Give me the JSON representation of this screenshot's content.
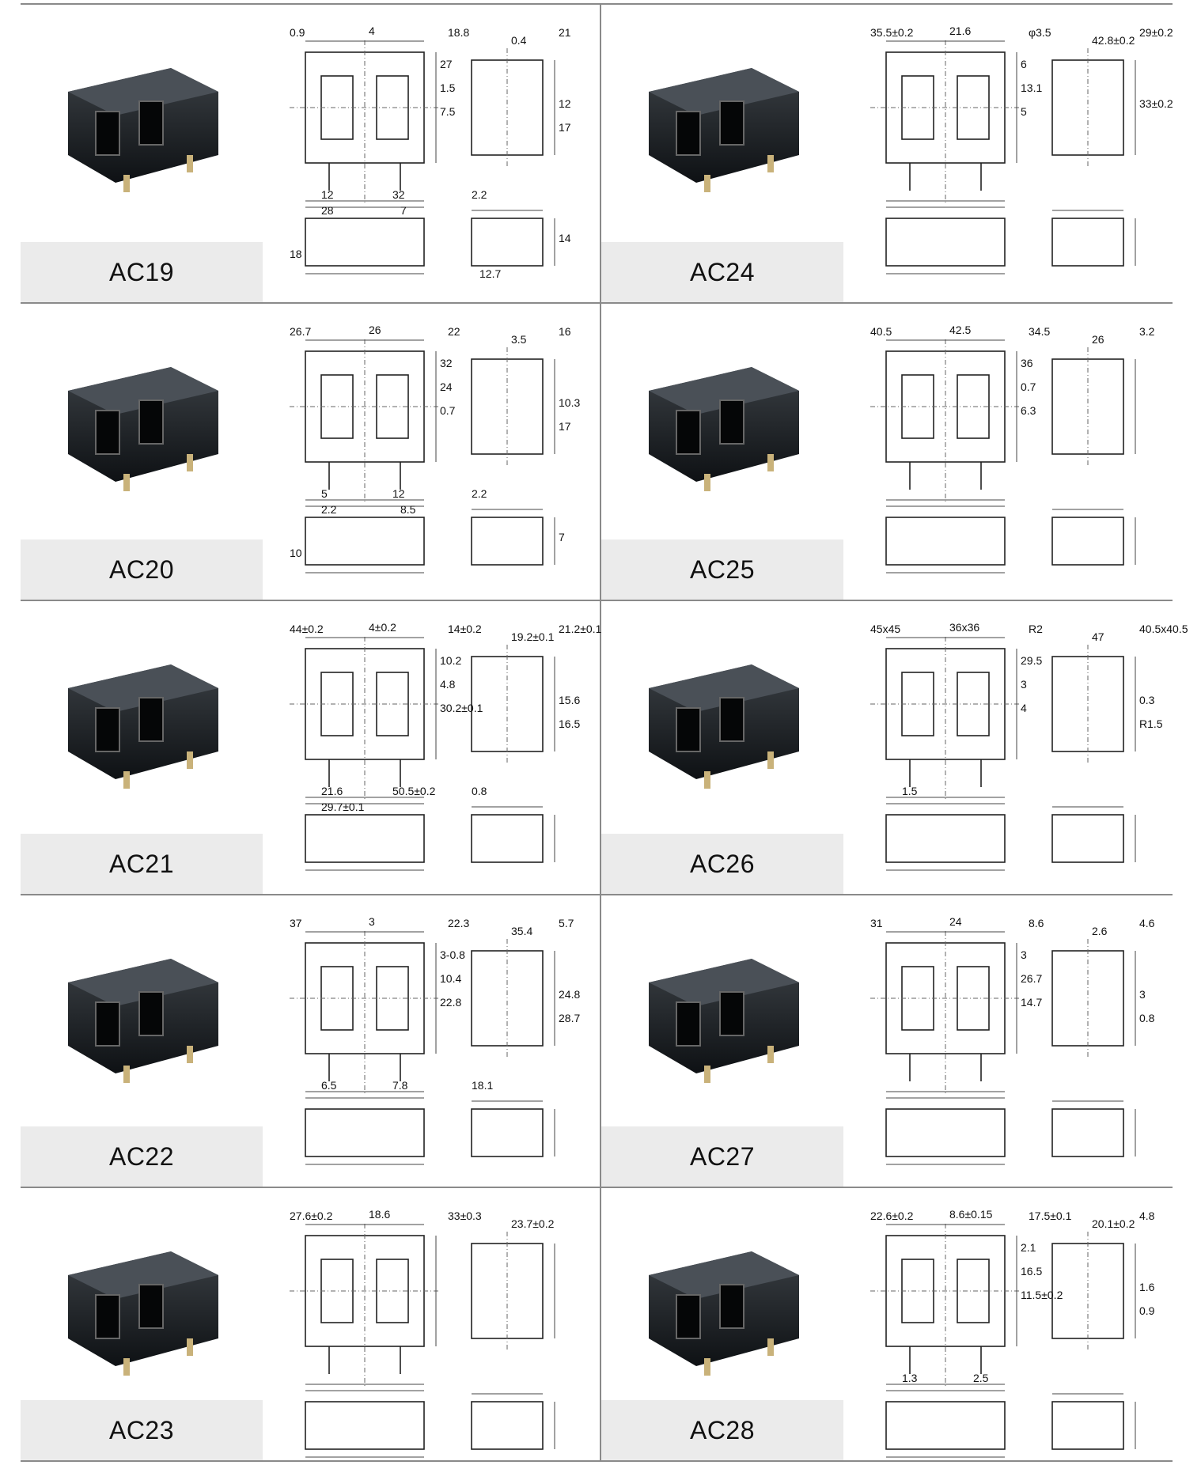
{
  "products": [
    {
      "code": "AC19",
      "dims": [
        "0.9",
        "4",
        "18.8",
        "0.4",
        "21",
        "27",
        "1.5",
        "7.5",
        "12",
        "17",
        "12",
        "32",
        "2.2",
        "28",
        "7",
        "18",
        "14",
        "12.7"
      ]
    },
    {
      "code": "AC24",
      "dims": [
        "35.5±0.2",
        "21.6",
        "φ3.5",
        "42.8±0.2",
        "29±0.2",
        "6",
        "13.1",
        "5",
        "33±0.2"
      ]
    },
    {
      "code": "AC20",
      "dims": [
        "26.7",
        "26",
        "22",
        "3.5",
        "16",
        "32",
        "24",
        "0.7",
        "10.3",
        "17",
        "5",
        "12",
        "2.2",
        "2.2",
        "8.5",
        "10",
        "7"
      ]
    },
    {
      "code": "AC25",
      "dims": [
        "40.5",
        "42.5",
        "34.5",
        "26",
        "3.2",
        "36",
        "0.7",
        "6.3"
      ]
    },
    {
      "code": "AC21",
      "dims": [
        "44±0.2",
        "4±0.2",
        "14±0.2",
        "19.2±0.1",
        "21.2±0.1",
        "10.2",
        "4.8",
        "30.2±0.1",
        "15.6",
        "16.5",
        "21.6",
        "50.5±0.2",
        "0.8",
        "29.7±0.1"
      ]
    },
    {
      "code": "AC26",
      "dims": [
        "45x45",
        "36x36",
        "R2",
        "47",
        "40.5x40.5",
        "29.5",
        "3",
        "4",
        "0.3",
        "R1.5",
        "1.5"
      ]
    },
    {
      "code": "AC22",
      "dims": [
        "37",
        "3",
        "22.3",
        "35.4",
        "5.7",
        "3-0.8",
        "10.4",
        "22.8",
        "24.8",
        "28.7",
        "6.5",
        "7.8",
        "18.1"
      ]
    },
    {
      "code": "AC27",
      "dims": [
        "31",
        "24",
        "8.6",
        "2.6",
        "4.6",
        "3",
        "26.7",
        "14.7",
        "3",
        "0.8"
      ]
    },
    {
      "code": "AC23",
      "dims": [
        "27.6±0.2",
        "18.6",
        "33±0.3",
        "23.7±0.2"
      ]
    },
    {
      "code": "AC28",
      "dims": [
        "22.6±0.2",
        "8.6±0.15",
        "17.5±0.1",
        "20.1±0.2",
        "4.8",
        "2.1",
        "16.5",
        "11.5±0.2",
        "1.6",
        "0.9",
        "1.3",
        "2.5"
      ]
    }
  ]
}
